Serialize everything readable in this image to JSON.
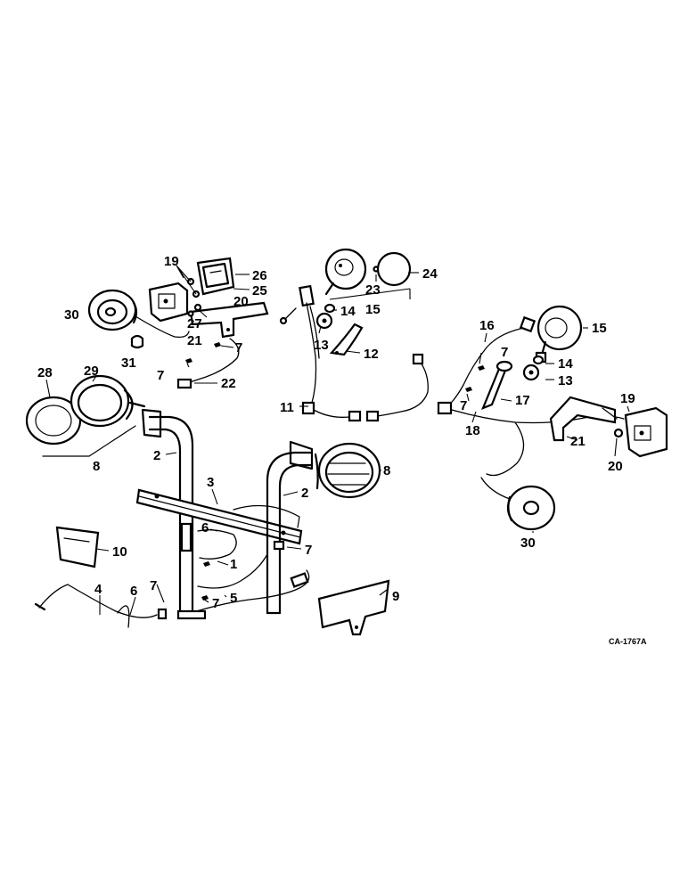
{
  "diagram": {
    "drawing_code": "CA-1767A",
    "callouts": [
      {
        "id": "c19a",
        "text": "19"
      },
      {
        "id": "c26",
        "text": "26"
      },
      {
        "id": "c25",
        "text": "25"
      },
      {
        "id": "c20a",
        "text": "20"
      },
      {
        "id": "c27",
        "text": "27"
      },
      {
        "id": "c21a",
        "text": "21"
      },
      {
        "id": "c7a",
        "text": "7"
      },
      {
        "id": "c30a",
        "text": "30"
      },
      {
        "id": "c31",
        "text": "31"
      },
      {
        "id": "c7b",
        "text": "7"
      },
      {
        "id": "c22",
        "text": "22"
      },
      {
        "id": "c29",
        "text": "29"
      },
      {
        "id": "c28",
        "text": "28"
      },
      {
        "id": "c8a",
        "text": "8"
      },
      {
        "id": "c2a",
        "text": "2"
      },
      {
        "id": "c3",
        "text": "3"
      },
      {
        "id": "c2b",
        "text": "2"
      },
      {
        "id": "c8b",
        "text": "8"
      },
      {
        "id": "c6a",
        "text": "6"
      },
      {
        "id": "c7c",
        "text": "7"
      },
      {
        "id": "c1",
        "text": "1"
      },
      {
        "id": "c10",
        "text": "10"
      },
      {
        "id": "c4",
        "text": "4"
      },
      {
        "id": "c6b",
        "text": "6"
      },
      {
        "id": "c7d",
        "text": "7"
      },
      {
        "id": "c7e",
        "text": "7"
      },
      {
        "id": "c5",
        "text": "5"
      },
      {
        "id": "c9",
        "text": "9"
      },
      {
        "id": "c24",
        "text": "24"
      },
      {
        "id": "c23",
        "text": "23"
      },
      {
        "id": "c15a",
        "text": "15"
      },
      {
        "id": "c14a",
        "text": "14"
      },
      {
        "id": "c13a",
        "text": "13"
      },
      {
        "id": "c12",
        "text": "12"
      },
      {
        "id": "c11",
        "text": "11"
      },
      {
        "id": "c16",
        "text": "16"
      },
      {
        "id": "c15b",
        "text": "15"
      },
      {
        "id": "c7f",
        "text": "7"
      },
      {
        "id": "c14b",
        "text": "14"
      },
      {
        "id": "c13b",
        "text": "13"
      },
      {
        "id": "c7g",
        "text": "7"
      },
      {
        "id": "c17",
        "text": "17"
      },
      {
        "id": "c18",
        "text": "18"
      },
      {
        "id": "c19b",
        "text": "19"
      },
      {
        "id": "c21b",
        "text": "21"
      },
      {
        "id": "c20b",
        "text": "20"
      },
      {
        "id": "c30b",
        "text": "30"
      }
    ]
  }
}
